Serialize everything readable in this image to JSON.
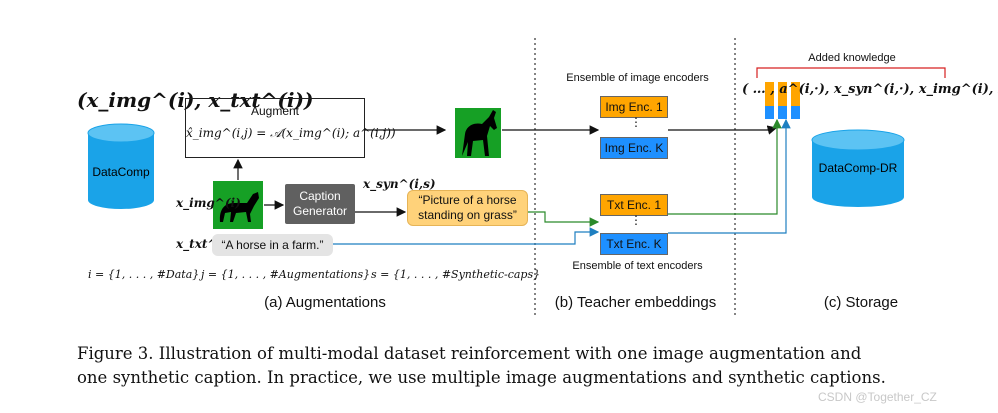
{
  "colors": {
    "datacomp_blue": "#1aa3e8",
    "enc_orange": "#ffa500",
    "enc_blue": "#1e90ff",
    "caption_yellow": "#ffd27a",
    "text_gray_bubble": "#e4e4e4",
    "generator_gray": "#606060",
    "image_green": "#16a025",
    "red_accent": "#d62020",
    "green_arrow": "#2b8a2b",
    "blue_arrow": "#1e7fc0"
  },
  "augmentations": {
    "pair_label": "(x_img^(i), x_txt^(i))",
    "datacomp_label": "DataComp",
    "augment_title": "Augment",
    "augment_formula": "x̂_img^(i,j) = 𝒜(x_img^(i); a^(i,j))",
    "x_img_label": "x_img^(i)",
    "x_txt_label": "x_txt^(i)",
    "caption_generator": "Caption Generator",
    "x_syn_label": "x_syn^(i,s)",
    "synthetic_caption": "“Picture of a horse standing on grass”",
    "text_caption": "“A horse in a farm.”",
    "index_i": "i = {1, . . . , #Data}",
    "index_j": "j = {1, . . . , #Augmentations}",
    "index_s": "s = {1, . . . , #Synthetic-caps}",
    "section_label": "(a) Augmentations"
  },
  "teacher": {
    "image_ensemble_title": "Ensemble of image encoders",
    "img_enc_1": "Img Enc. 1",
    "img_enc_k": "Img Enc. K",
    "txt_enc_1": "Txt Enc. 1",
    "txt_enc_k": "Txt Enc. K",
    "text_ensemble_title": "Ensemble of text encoders",
    "section_label": "(b) Teacher embeddings"
  },
  "storage": {
    "added_knowledge": "Added knowledge",
    "tuple_label": "( … , a^(i,·), x_syn^(i,·), x_img^(i), x_txt^(i) )",
    "datacomp_dr_label": "DataComp-DR",
    "section_label": "(c) Storage"
  },
  "figure_caption": {
    "line1": "Figure 3. Illustration of multi-modal dataset reinforcement with one image augmentation and",
    "line2": "one synthetic caption. In practice, we use multiple image augmentations and synthetic captions."
  },
  "watermark": "CSDN @Together_CZ"
}
